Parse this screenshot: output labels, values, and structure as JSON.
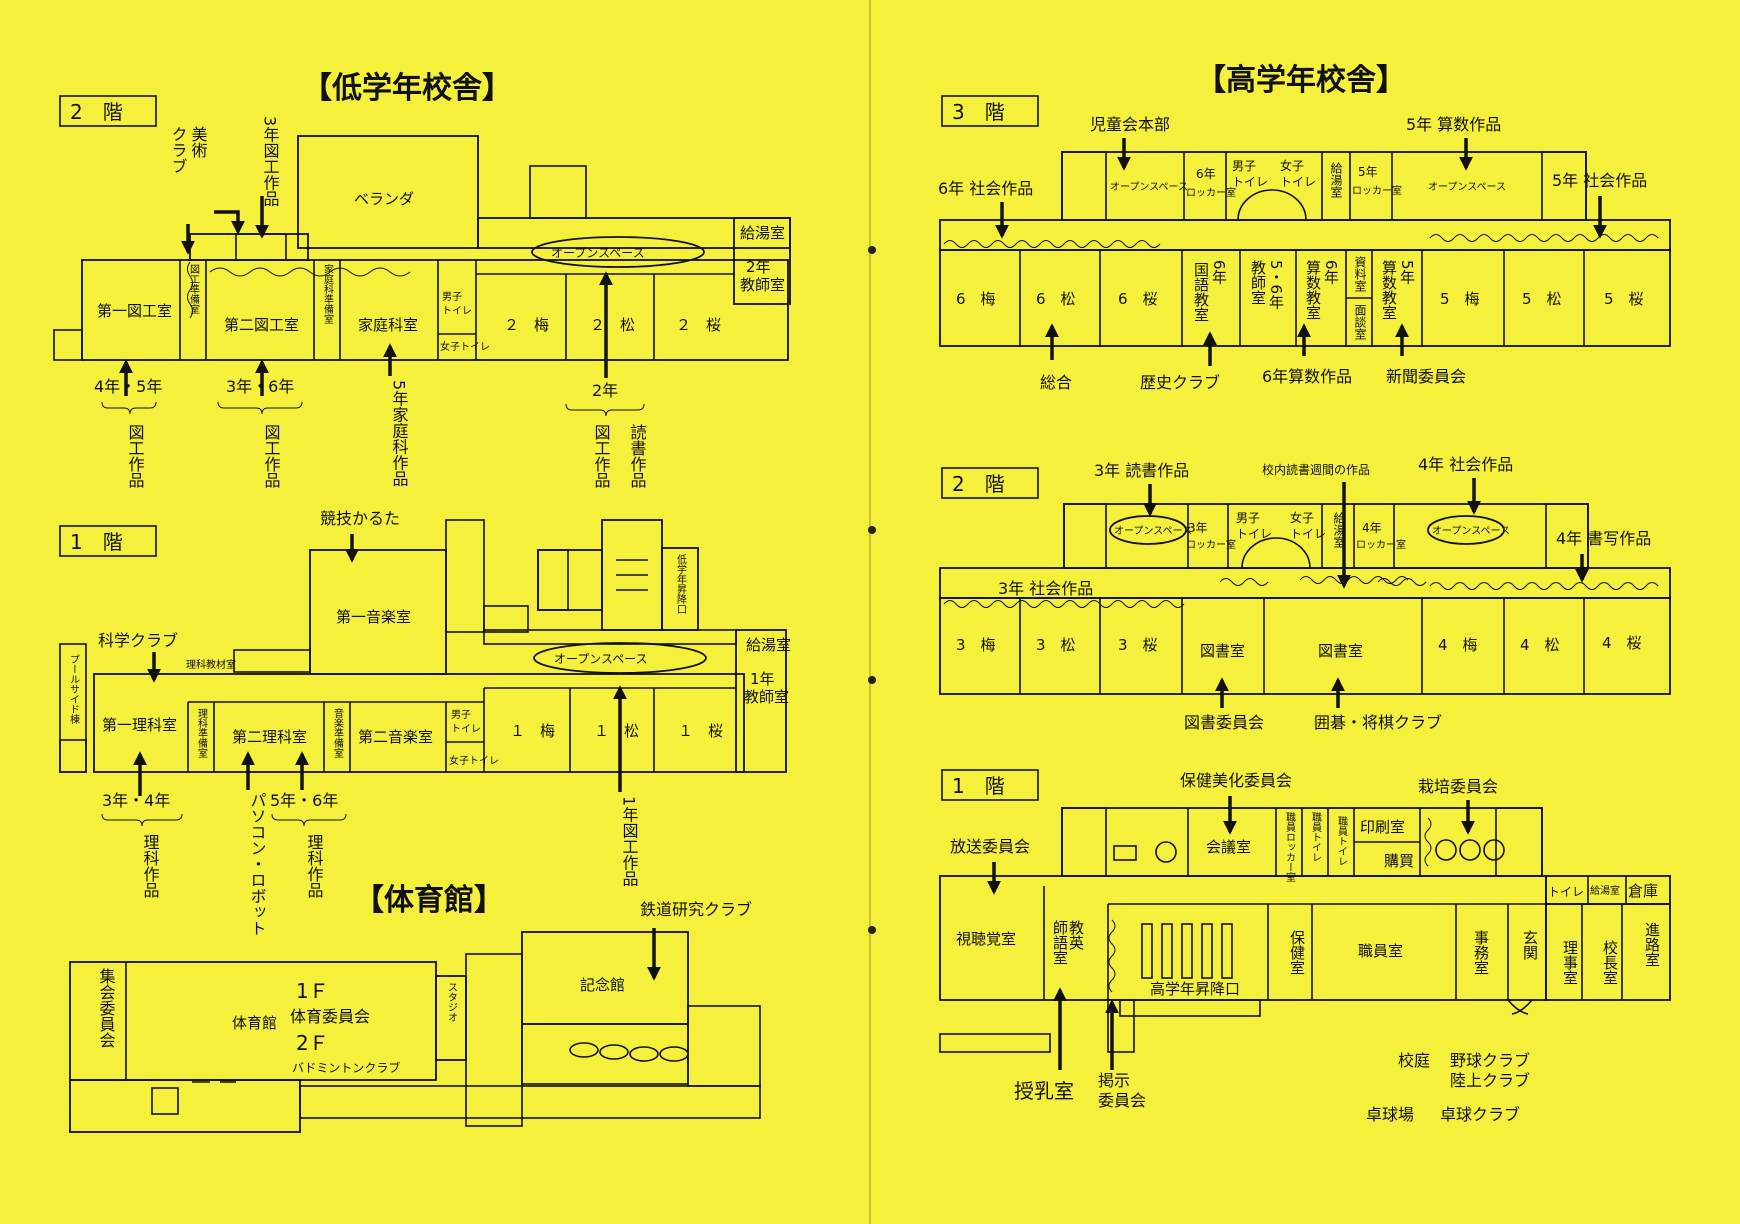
{
  "colors": {
    "paper": "#f4f03c",
    "ink": "#111111"
  },
  "low": {
    "title": "【低学年校舎】",
    "f2": {
      "label": "2　階",
      "veranda": "ベランダ",
      "open_space": "オープンスペース",
      "kyuto": "給湯室",
      "kyoshi": "2年\n教師室",
      "zuko1": "第一図工室",
      "zuko_jumbi": "図工準備室",
      "zuko2": "第二図工室",
      "katei_jumbi": "家庭科準備室",
      "katei": "家庭科室",
      "otoko": "男子\nトイレ",
      "onna": "女子トイレ",
      "c1": "２　梅",
      "c2": "２　松",
      "c3": "２　桜",
      "bijutsu": "美術\nクラブ",
      "g3zuko": "3\n年\n図\n工\n作\n品",
      "l45": "4年・5年",
      "l45w": "図\n工\n作\n品",
      "l36": "3年・6年",
      "l36w": "図\n工\n作\n品",
      "l5katei": "5\n年\n家\n庭\n科\n作\n品",
      "l2": "2年",
      "l2a": "図\n工\n作\n品",
      "l2b": "読\n書\n作\n品"
    },
    "f1": {
      "label": "1　階",
      "karuta": "競技かるた",
      "ongaku1": "第一音楽室",
      "shoko": "低学年昇降口",
      "kagaku": "科学クラブ",
      "rika_junbi_top": "理科教材室",
      "open_space": "オープンスペース",
      "kyuto": "給湯室",
      "kyoshi": "1年\n教師室",
      "pool": "プールサイド棟",
      "rika1": "第一理科室",
      "rika_jumbi": "理科準備室",
      "rika2": "第二理科室",
      "ongaku_jumbi": "音楽準備室",
      "ongaku2": "第二音楽室",
      "otoko": "男子\nトイレ",
      "onna": "女子トイレ",
      "c1": "１　梅",
      "c2": "１　松",
      "c3": "１　桜",
      "l34": "3年・4年",
      "l34w": "理\n科\n作\n品",
      "lpc": "パ\nソ\nコ\nン\n・\nロ\nボ\nッ\nト",
      "l56": "5年・6年",
      "l56w": "理\n科\n作\n品",
      "l1": "1\n年\n図\n工\n作\n品"
    },
    "gym": {
      "title": "【体育館】",
      "tetsudo": "鉄道研究クラブ",
      "shukai": "集会委員会",
      "taiikukan": "体育館",
      "f1": "1Ｆ",
      "taiiku_iin": "体育委員会",
      "f2": "2Ｆ",
      "badminton": "バドミントンクラブ",
      "studio": "スタジオ",
      "kinenkan": "記念館"
    }
  },
  "high": {
    "title": "【高学年校舎】",
    "f3": {
      "label": "3　階",
      "jidokai": "児童会本部",
      "g5sansu": "5年 算数作品",
      "g6shakai": "6年 社会作品",
      "g5shakai": "5年 社会作品",
      "open1": "オープンスペース",
      "locker6": "6年\nロッカー室",
      "otoko": "男子\nトイレ",
      "onna": "女子\nトイレ",
      "kyuto": "給\n湯\n室",
      "locker5": "5年\nロッカー室",
      "open2": "オープンスペース",
      "r6ume": "6　梅",
      "r6matsu": "6　松",
      "r6sakura": "6　桜",
      "kokugo": "国\n語\n教\n室",
      "kokugo6": "6\n年",
      "kyoshi56": "5\n・\n6\n年",
      "kyoshi56b": "教\n師\n室",
      "sansu6": "算\n数\n教\n室",
      "sansu6b": "6\n年",
      "shiryo": "資\n料\n室",
      "mendan": "面\n談\n室",
      "sansu5": "算\n数\n教\n室",
      "sansu5b": "5\n年",
      "r5ume": "5　梅",
      "r5matsu": "5　松",
      "r5sakura": "5　桜",
      "sogo": "総合",
      "rekishi": "歴史クラブ",
      "g6sansu": "6年算数作品",
      "shinbun": "新聞委員会"
    },
    "f2": {
      "label": "2　階",
      "g3dokusho": "3年 読書作品",
      "dokusho_week": "校内読書週間の作品",
      "g4shakai": "4年 社会作品",
      "g4shosha": "4年 書写作品",
      "g3shakai": "3年 社会作品",
      "open1": "オープンスペース",
      "locker3": "3年\nロッカー室",
      "otoko": "男子\nトイレ",
      "onna": "女子\nトイレ",
      "kyuto": "給\n湯\n室",
      "locker4": "4年\nロッカー室",
      "open2": "オープンスペース",
      "r3ume": "3　梅",
      "r3matsu": "3　松",
      "r3sakura": "3　桜",
      "tosho1": "図書室",
      "tosho2": "図書室",
      "r4ume": "4　梅",
      "r4matsu": "4　松",
      "r4sakura": "4　桜",
      "tosho_iin": "図書委員会",
      "igo": "囲碁・将棋クラブ"
    },
    "f1": {
      "label": "1　階",
      "hoken_bika": "保健美化委員会",
      "saibai": "栽培委員会",
      "hoso": "放送委員会",
      "kaigi": "会議室",
      "shokuin_locker": "職員\nロッカー室",
      "shokuin_toilet": "職員トイレ",
      "shokuin_toilet2": "職員トイレ",
      "insatsu": "印刷室",
      "kobai": "購買",
      "toilet": "トイレ",
      "kyuto": "給湯室",
      "soko": "倉庫",
      "shichokaku": "視聴覚室",
      "eigo": "教\n師\n室",
      "eigo2": "英\n語",
      "hokenshitsu": "保\n健\n室",
      "shokuin": "職員室",
      "jimu": "事\n務\n室",
      "genkan": "玄\n関",
      "riji": "理\n事\n室",
      "kocho": "校\n長\n室",
      "shinro": "進\n路\n室",
      "shoko": "高学年昇降口",
      "junyu": "授乳室",
      "keiji": "掲示\n委員会",
      "kotei": "校庭",
      "yakyu": "野球クラブ",
      "rikujo": "陸上クラブ",
      "takkyujo": "卓球場",
      "takkyu": "卓球クラブ"
    }
  }
}
